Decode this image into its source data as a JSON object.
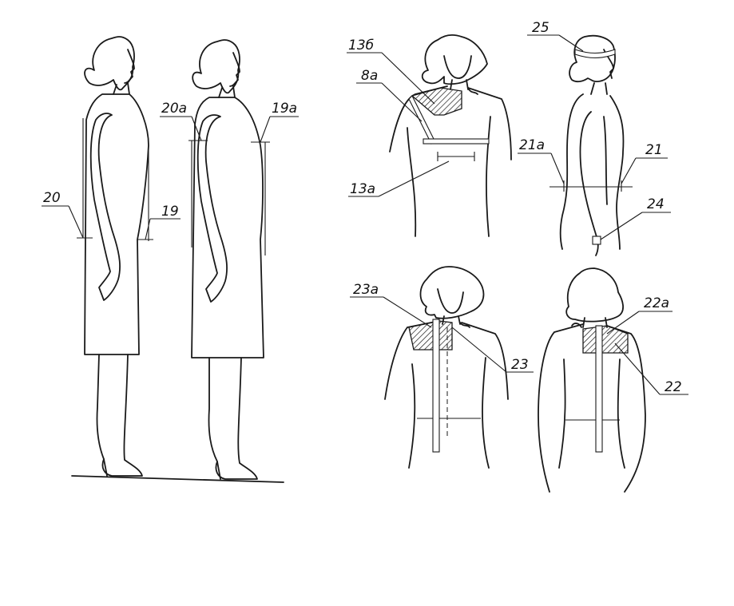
{
  "labels": {
    "m20": "20",
    "m19": "19",
    "m20a": "20а",
    "m19a": "19а",
    "m13b": "13б",
    "m8a": "8а",
    "m13a": "13а",
    "m25": "25",
    "m21a": "21а",
    "m21": "21",
    "m24": "24",
    "m23a": "23а",
    "m23": "23",
    "m22a": "22а",
    "m22": "22"
  },
  "colors": {
    "ink": "#1a1a1a",
    "paper": "#ffffff"
  }
}
